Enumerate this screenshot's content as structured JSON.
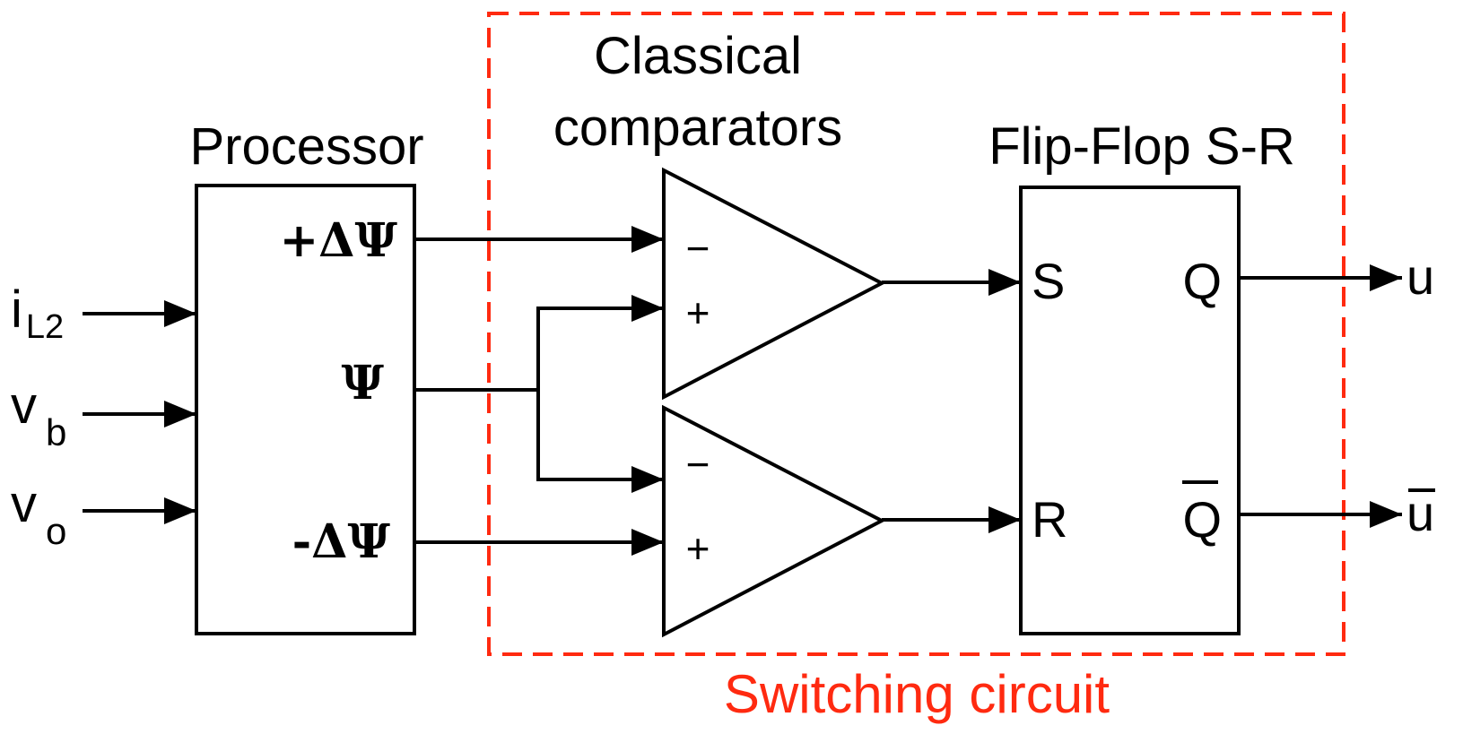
{
  "colors": {
    "line": "#000000",
    "accent": "#ff2a10",
    "background": "#ffffff"
  },
  "processor": {
    "title": "Processor",
    "outputs": {
      "plus_delta_psi": "+ΔΨ",
      "psi": "Ψ",
      "minus_delta_psi": "-ΔΨ"
    }
  },
  "inputs": {
    "i_main": "i",
    "i_sub": "L2",
    "vb_main": "v",
    "vb_sub": "b",
    "vo_main": "v",
    "vo_sub": "o"
  },
  "comparators": {
    "title_line1": "Classical",
    "title_line2": "comparators",
    "minus_sign": "−",
    "plus_sign": "+"
  },
  "flipflop": {
    "title": "Flip-Flop S-R",
    "s": "S",
    "r": "R",
    "q": "Q",
    "qbar": "Q"
  },
  "outputs": {
    "u": "u",
    "ubar": "u"
  },
  "switching_circuit": {
    "label": "Switching circuit"
  }
}
